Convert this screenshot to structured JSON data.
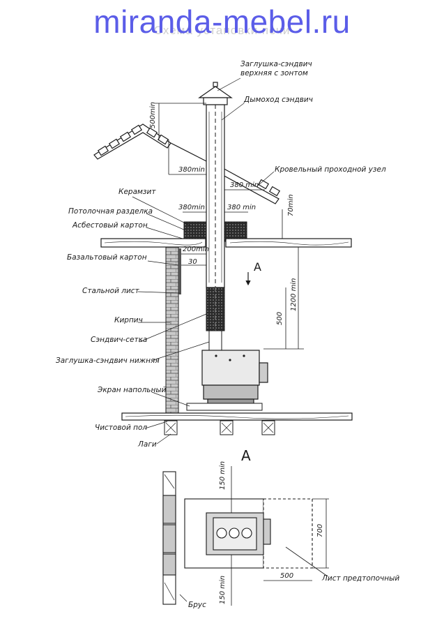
{
  "header": {
    "watermark": "miranda-mebel.ru",
    "title": "Схема установки печи"
  },
  "labels": {
    "cap_top_1": "Заглушка-сэндвич",
    "cap_top_2": "верхняя с зонтом",
    "chimney": "Дымоход сэндвич",
    "roof_node": "Кровельный проходной узел",
    "keramzit": "Керамзит",
    "ceiling_cut": "Потолочная разделка",
    "asbestos": "Асбестовый картон",
    "basalt": "Базальтовый картон",
    "steel_sheet": "Стальной лист",
    "brick": "Кирпич",
    "mesh": "Сэндвич-сетка",
    "cap_bottom": "Заглушка-сэндвич нижняя",
    "floor_screen": "Экран напольный",
    "floor": "Чистовой пол",
    "logs": "Лаги",
    "pre_sheet": "Лист предтопочный",
    "beam": "Брус"
  },
  "dimensions": {
    "d500min": "500min",
    "d380_left": "380min",
    "d380_roof": "380 min",
    "d380_ceil_l": "380min",
    "d380_ceil_r": "380 min",
    "d70min": "70min",
    "d200min": "200min",
    "d30": "30",
    "d1200min": "1200 min",
    "d500": "500",
    "d150_top": "150 min",
    "d150_bot": "150 min",
    "d700": "700",
    "d500_bottom": "500"
  },
  "views": {
    "arrow_a": "A",
    "section_a": "A"
  },
  "colors": {
    "ink": "#1a1a1a",
    "watermark": "#5b5de8",
    "title_ghost": "#cfcfcf",
    "fill_dark": "#2a2a2a",
    "fill_gray": "#bdbdbd"
  }
}
